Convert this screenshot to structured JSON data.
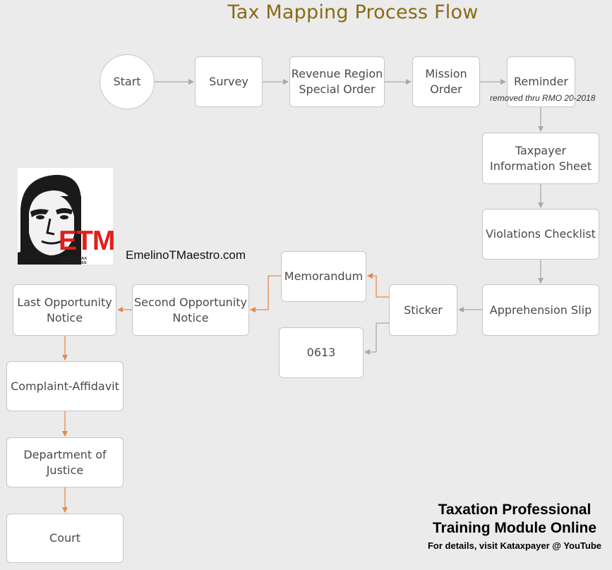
{
  "title": "Tax Mapping Process Flow",
  "nodes": {
    "start": "Start",
    "survey": "Survey",
    "revenue_region": "Revenue Region\nSpecial Order",
    "mission_order": "Mission\nOrder",
    "reminder": "Reminder",
    "taxpayer_info": "Taxpayer\nInformation Sheet",
    "violations": "Violations Checklist",
    "apprehension": "Apprehension Slip",
    "sticker": "Sticker",
    "memorandum": "Memorandum",
    "form_0613": "0613",
    "second_notice": "Second Opportunity\nNotice",
    "last_notice": "Last Opportunity\nNotice",
    "complaint": "Complaint-Affidavit",
    "doj": "Department of\nJustice",
    "court": "Court"
  },
  "reminder_note": "removed thru RMO 20-2018",
  "logo": {
    "text": "ETM",
    "tagline": "RAISING TAX AWARENESS"
  },
  "website": "EmelinoTMaestro.com",
  "promo": {
    "line1": "Taxation Professional",
    "line2": "Training Module Online",
    "line3": "For details, visit Kataxpayer @ YouTube"
  },
  "colors": {
    "title": "#8a6a14",
    "gray_arrow": "#a9a9a9",
    "orange_arrow": "#e58a4c",
    "logo_red": "#e0201c"
  }
}
